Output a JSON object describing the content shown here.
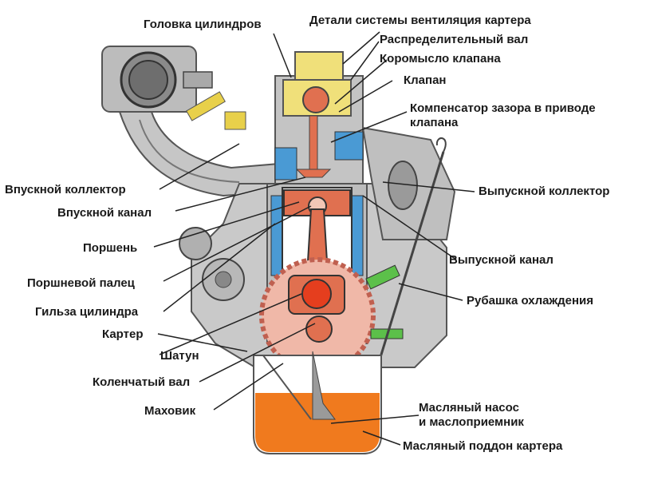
{
  "labels": {
    "cylinder_head": "Головка цилиндров",
    "crankcase_ventilation": "Детали системы вентиляция картера",
    "camshaft": "Распределительный вал",
    "rocker_arm": "Коромысло клапана",
    "valve": "Клапан",
    "lash_adjuster_1": "Компенсатор зазора в приводе",
    "lash_adjuster_2": "клапана",
    "intake_manifold": "Впускной коллектор",
    "exhaust_manifold": "Выпускной коллектор",
    "intake_port": "Впускной канал",
    "piston": "Поршень",
    "exhaust_port": "Выпускной канал",
    "piston_pin": "Поршневой палец",
    "cooling_jacket": "Рубашка охлаждения",
    "cylinder_liner": "Гильза цилиндра",
    "crankcase": "Картер",
    "connecting_rod": "Шатун",
    "crankshaft": "Коленчатый вал",
    "flywheel": "Маховик",
    "oil_pump_1": "Масляный насос",
    "oil_pump_2": "и маслоприемник",
    "oil_pan": "Масляный поддон картера"
  },
  "colors": {
    "engine_grey": "#c8c8c8",
    "engine_dark": "#555555",
    "coolant": "#4a9ad4",
    "piston": "#e07050",
    "oil": "#f07a1e",
    "flywheel": "#f0b8a8",
    "head_yellow": "#f0e07a",
    "injector_green": "#5cc04a",
    "leader": "#222222"
  }
}
